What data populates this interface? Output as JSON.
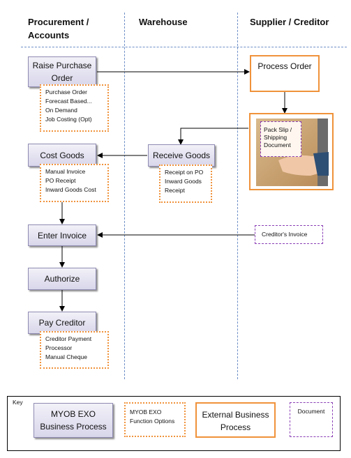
{
  "lanes": {
    "procurement_line1": "Procurement /",
    "procurement_line2": "Accounts",
    "warehouse": "Warehouse",
    "supplier": "Supplier / Creditor"
  },
  "process": {
    "raise_po_line1": "Raise Purchase",
    "raise_po_line2": "Order",
    "cost_goods": "Cost Goods",
    "receive_goods": "Receive Goods",
    "enter_invoice": "Enter Invoice",
    "authorize": "Authorize",
    "pay_creditor": "Pay Creditor"
  },
  "external": {
    "process_order": "Process Order"
  },
  "options": {
    "raise_po": [
      "Purchase Order",
      "Forecast Based...",
      "On Demand",
      "Job Costing  (Opt)"
    ],
    "cost_goods": [
      "Manual Invoice",
      "PO Receipt",
      "Inward Goods Cost"
    ],
    "receive_goods": [
      "Receipt  on PO",
      "Inward Goods",
      "Receipt"
    ],
    "pay_creditor": [
      "Creditor  Payment",
      "Processor",
      "Manual Cheque"
    ]
  },
  "documents": {
    "packing_line1": "Pack Slip /",
    "packing_line2": "Shipping",
    "packing_line3": "Document",
    "creditors_invoice": "Creditor's Invoice"
  },
  "key": {
    "title": "Key",
    "myob_line1": "MYOB EXO",
    "myob_line2": "Business Process",
    "function_line1": "MYOB EXO",
    "function_line2": "Function Options",
    "external_line1": "External Business",
    "external_line2": "Process",
    "document": "Document"
  },
  "colors": {
    "process_fill": "#d8d6ea",
    "option_border": "#f0923a",
    "external_border": "#f0923a",
    "document_border": "#8a3fb6",
    "lane_divider": "#6d8ec6"
  }
}
